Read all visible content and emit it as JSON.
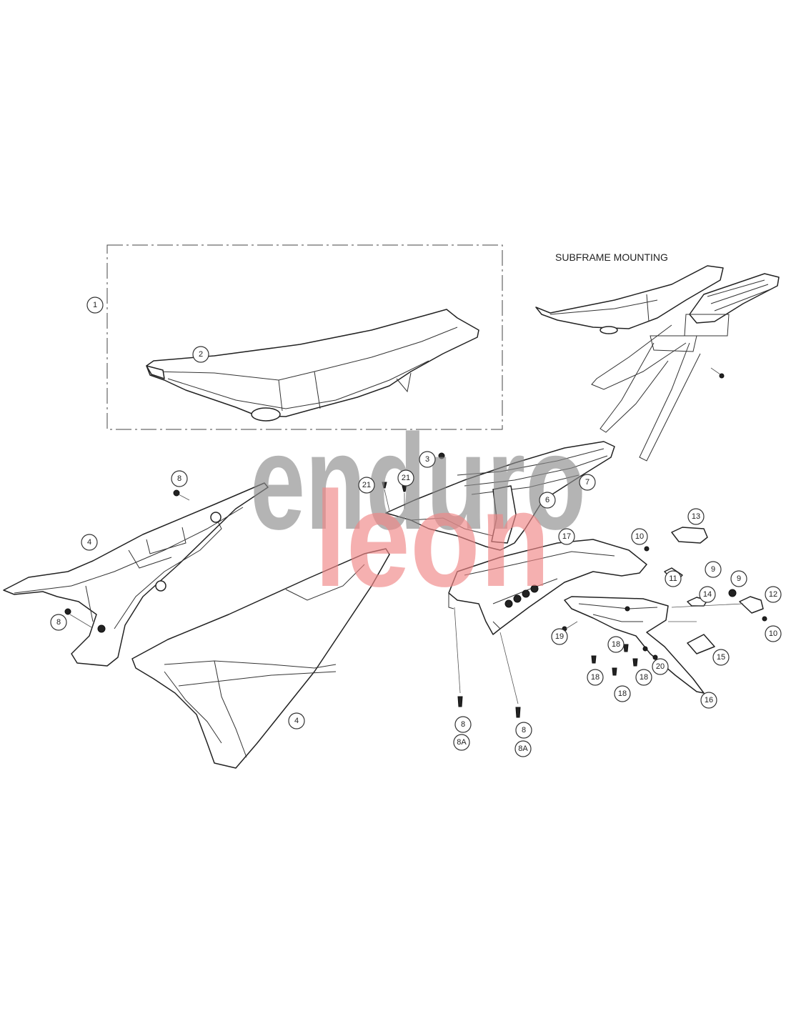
{
  "title": "SUBFRAME MOUNTING",
  "watermark": {
    "line1": "enduro",
    "line2": "leon",
    "color1": "#8c8c8c",
    "color2": "#f08585"
  },
  "callouts": [
    {
      "id": "c1",
      "label": "1"
    },
    {
      "id": "c2",
      "label": "2"
    },
    {
      "id": "c3",
      "label": "3"
    },
    {
      "id": "c4a",
      "label": "4"
    },
    {
      "id": "c4b",
      "label": "4"
    },
    {
      "id": "c6",
      "label": "6"
    },
    {
      "id": "c7",
      "label": "7"
    },
    {
      "id": "c8a",
      "label": "8"
    },
    {
      "id": "c8b",
      "label": "8"
    },
    {
      "id": "c8c",
      "label": "8"
    },
    {
      "id": "c8d",
      "label": "8"
    },
    {
      "id": "c8Aa",
      "label": "8A"
    },
    {
      "id": "c8Ab",
      "label": "8A"
    },
    {
      "id": "c9a",
      "label": "9"
    },
    {
      "id": "c9b",
      "label": "9"
    },
    {
      "id": "c10a",
      "label": "10"
    },
    {
      "id": "c10b",
      "label": "10"
    },
    {
      "id": "c11",
      "label": "11"
    },
    {
      "id": "c12",
      "label": "12"
    },
    {
      "id": "c13",
      "label": "13"
    },
    {
      "id": "c14",
      "label": "14"
    },
    {
      "id": "c15",
      "label": "15"
    },
    {
      "id": "c16",
      "label": "16"
    },
    {
      "id": "c17",
      "label": "17"
    },
    {
      "id": "c18a",
      "label": "18"
    },
    {
      "id": "c18b",
      "label": "18"
    },
    {
      "id": "c18c",
      "label": "18"
    },
    {
      "id": "c18d",
      "label": "18"
    },
    {
      "id": "c19",
      "label": "19"
    },
    {
      "id": "c20",
      "label": "20"
    },
    {
      "id": "c21a",
      "label": "21"
    },
    {
      "id": "c21b",
      "label": "21"
    }
  ]
}
